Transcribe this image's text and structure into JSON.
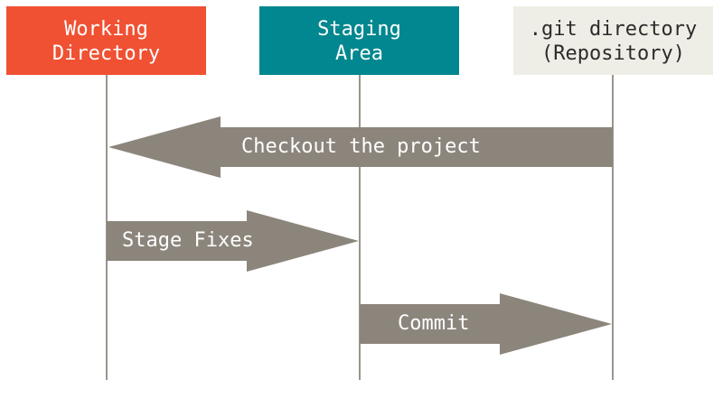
{
  "colors": {
    "working_directory": "#f05133",
    "staging_area": "#00878f",
    "repository": "#efeee6",
    "arrow": "#8c857c",
    "lifeline": "#9a948d",
    "label_light": "#ffffff",
    "label_dark": "#2b2b2b"
  },
  "lanes": {
    "working_directory": {
      "line1": "Working",
      "line2": "Directory"
    },
    "staging_area": {
      "line1": "Staging",
      "line2": "Area"
    },
    "repository": {
      "line1": ".git directory",
      "line2": "(Repository)"
    }
  },
  "arrows": {
    "checkout": {
      "label": "Checkout the project",
      "from": "repository",
      "to": "working_directory"
    },
    "stage": {
      "label": "Stage Fixes",
      "from": "working_directory",
      "to": "staging_area"
    },
    "commit": {
      "label": "Commit",
      "from": "staging_area",
      "to": "repository"
    }
  }
}
